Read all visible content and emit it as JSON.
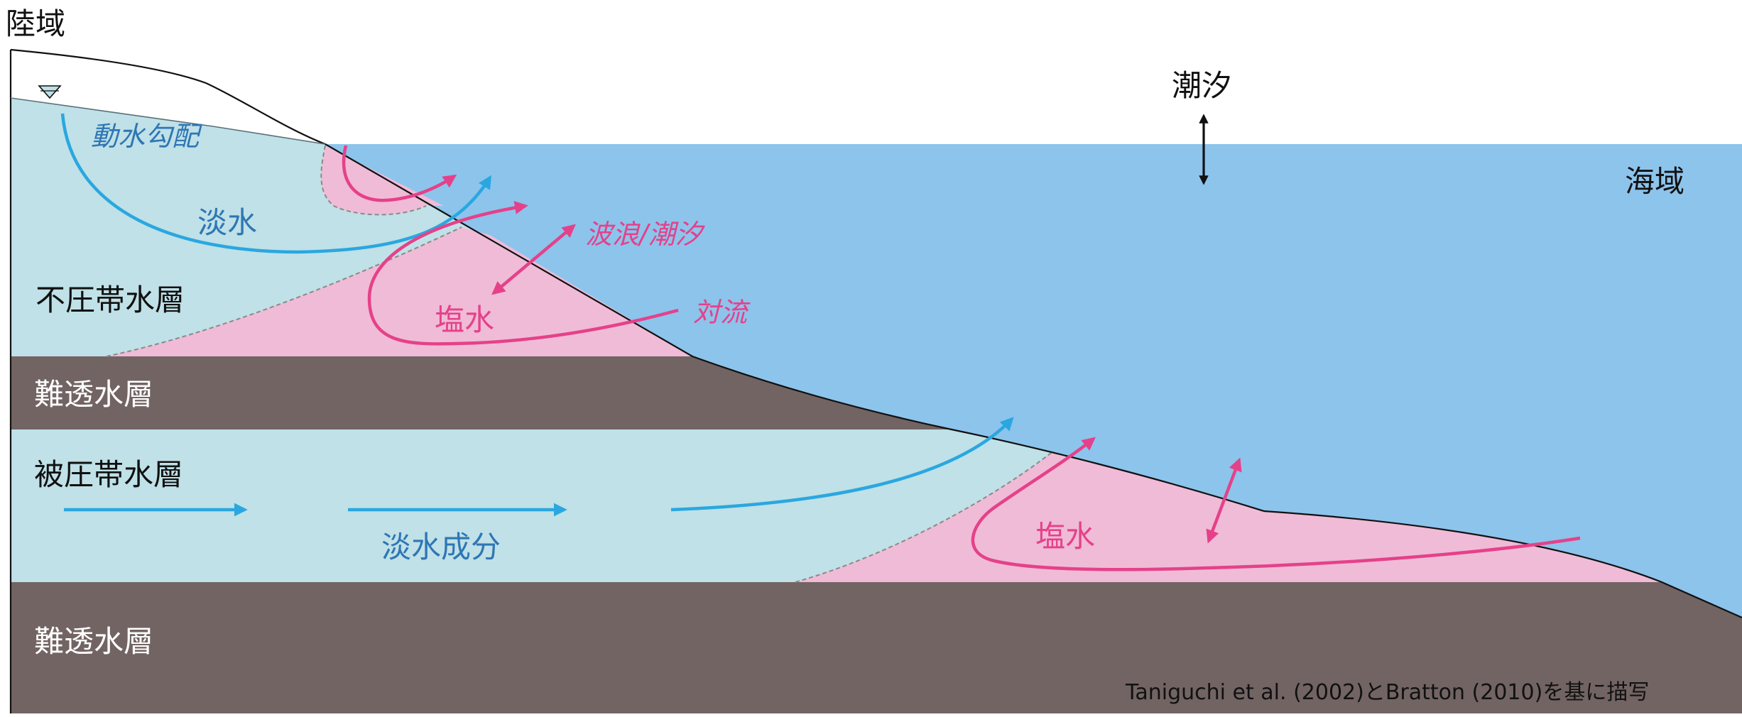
{
  "labels": {
    "land": "陸域",
    "sea": "海域",
    "tide_top": "潮汐",
    "hydraulic_gradient": "動水勾配",
    "fresh_upper": "淡水",
    "unconfined": "不圧帯水層",
    "saltwater_upper": "塩水",
    "wave_tide": "波浪/潮汐",
    "convection": "対流",
    "aquitard_upper": "難透水層",
    "confined": "被圧帯水層",
    "fresh_component": "淡水成分",
    "saltwater_lower": "塩水",
    "aquitard_lower": "難透水層",
    "credit": "Taniguchi et al. (2002)とBratton (2010)を基に描写"
  },
  "colors": {
    "sea": "#8cc4ec",
    "aquifer": "#bfe1e7",
    "saltwater": "#f0bbd6",
    "aquitard": "#726463",
    "fresh_arrow": "#2aa7e0",
    "salt_arrow": "#e5418a",
    "label_blue": "#2f76b4"
  },
  "icons": {
    "water_table": "inverted-triangle-icon",
    "tide": "double-arrow-icon"
  }
}
